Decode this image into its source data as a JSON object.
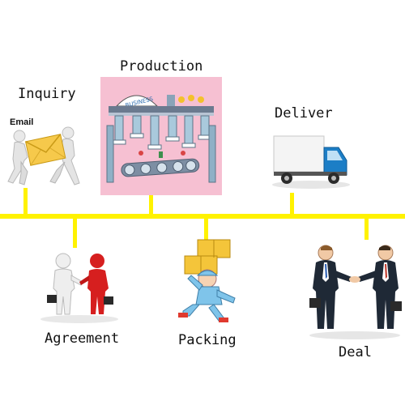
{
  "steps": {
    "inquiry": "Inquiry",
    "email": "Email",
    "production": "Production",
    "production_sign": "BUSINESS",
    "deliver": "Deliver",
    "agreement": "Agreement",
    "packing": "Packing",
    "deal": "Deal"
  },
  "colors": {
    "timeline": "#fff200",
    "production_bg": "#f6c0d2",
    "truck_cab": "#1c7ec6",
    "box": "#f4c53a",
    "agreement_red": "#d61f1f",
    "envelope": "#f6c94b"
  },
  "icons": {
    "inquiry": "people-carrying-envelope",
    "production": "factory-machine",
    "deliver": "delivery-truck",
    "agreement": "handshake-figures",
    "packing": "worker-carrying-boxes",
    "deal": "businessmen-handshake"
  }
}
